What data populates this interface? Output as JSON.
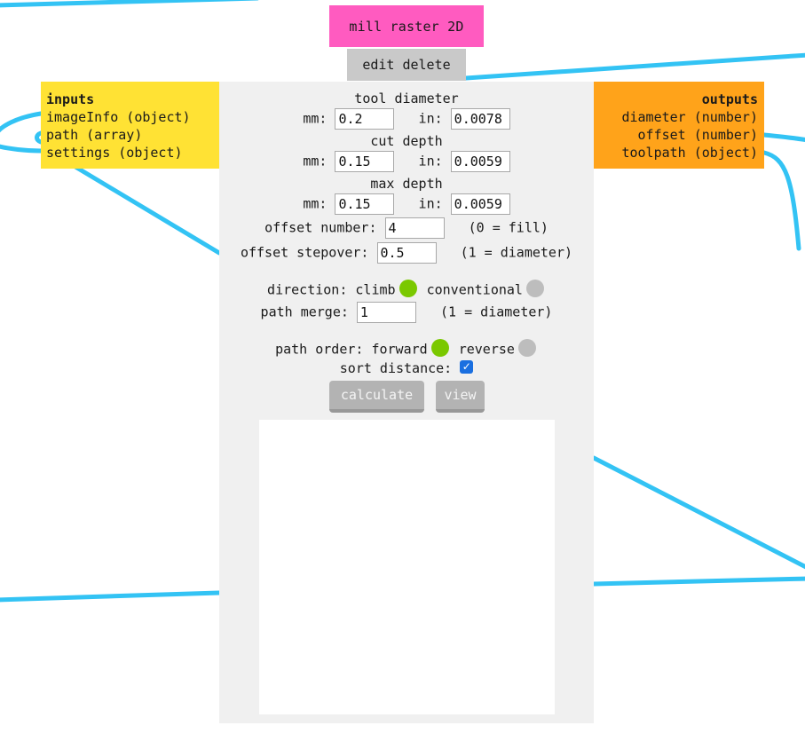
{
  "module": {
    "title": "mill raster 2D",
    "actions": {
      "edit": "edit",
      "delete": "delete"
    }
  },
  "inputs": {
    "header": "inputs",
    "items": [
      "imageInfo (object)",
      "path (array)",
      "settings (object)"
    ]
  },
  "outputs": {
    "header": "outputs",
    "items": [
      "diameter (number)",
      "offset (number)",
      "toolpath (object)"
    ]
  },
  "settings": {
    "tool_diameter": {
      "label": "tool diameter",
      "mm_label": "mm:",
      "mm": "0.2",
      "in_label": "in:",
      "in": "0.0078"
    },
    "cut_depth": {
      "label": "cut depth",
      "mm_label": "mm:",
      "mm": "0.15",
      "in_label": "in:",
      "in": "0.0059"
    },
    "max_depth": {
      "label": "max depth",
      "mm_label": "mm:",
      "mm": "0.15",
      "in_label": "in:",
      "in": "0.0059"
    },
    "offset_number": {
      "label": "offset number:",
      "value": "4",
      "note": "(0 = fill)"
    },
    "offset_stepover": {
      "label": "offset stepover:",
      "value": "0.5",
      "note": "(1 = diameter)"
    },
    "direction": {
      "label": "direction:",
      "opt1": "climb",
      "opt2": "conventional",
      "selected": "climb"
    },
    "path_merge": {
      "label": "path merge:",
      "value": "1",
      "note": "(1 = diameter)"
    },
    "path_order": {
      "label": "path order:",
      "opt1": "forward",
      "opt2": "reverse",
      "selected": "forward"
    },
    "sort_distance": {
      "label": "sort distance:",
      "checked": true
    }
  },
  "buttons": {
    "calculate": "calculate",
    "view": "view"
  },
  "colors": {
    "wire": "#33c3f4",
    "title_bg": "#ff5bc0",
    "inputs_bg": "#ffe234",
    "outputs_bg": "#ffa31a",
    "radio_on": "#7ac800",
    "radio_off": "#bdbdbd",
    "panel_bg": "#f0f0f0"
  }
}
